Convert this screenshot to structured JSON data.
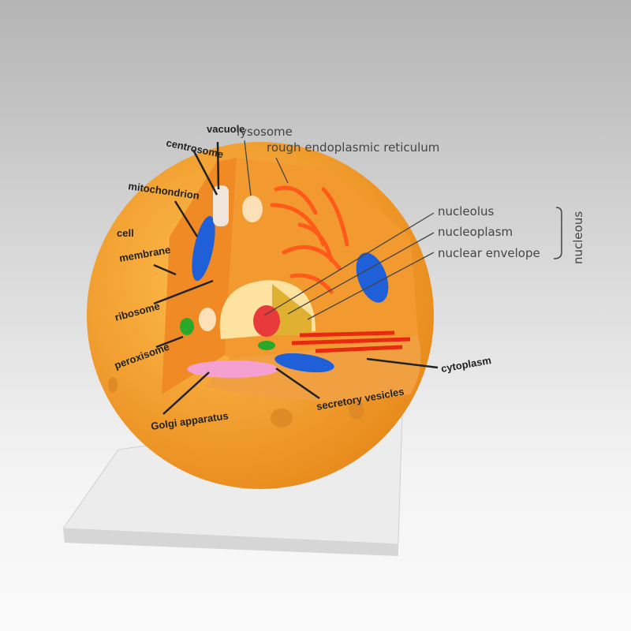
{
  "labels": {
    "centrosome": "centrosome",
    "vacuole": "vacuole",
    "lysosome": "lysosome",
    "rough_er": "rough endoplasmic reticulum",
    "mitochondrion": "mitochondrion",
    "cell_membrane_1": "cell",
    "cell_membrane_2": "membrane",
    "ribosome": "ribosome",
    "peroxisome": "peroxisome",
    "nucleolus": "nucleolus",
    "nucleoplasm": "nucleoplasm",
    "nuclear_envelope": "nuclear envelope",
    "nucleus_group": "nucleous",
    "golgi": "Golgi apparatus",
    "secretory_vesicles": "secretory vesicles",
    "cytoplasm": "cytoplasm"
  },
  "colors": {
    "cell": "#f7a12f",
    "mitochondria": "#1f5fd8",
    "er": "#ff5a1a",
    "golgi": "#f4a0d0",
    "peroxisome": "#2aa82a",
    "nucleolus": "#e83a3a",
    "base": "#e8e8e8"
  }
}
